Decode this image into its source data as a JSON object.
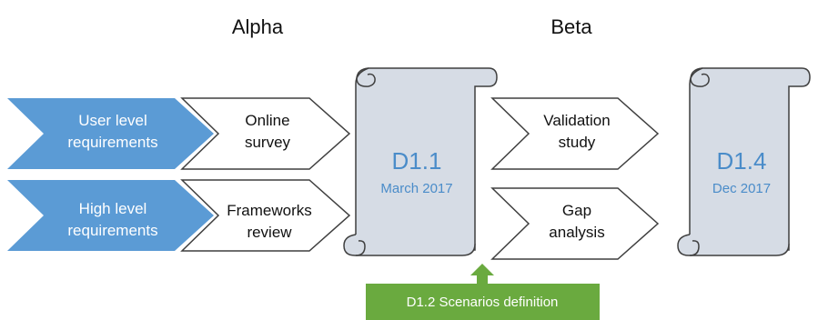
{
  "phases": {
    "alpha": "Alpha",
    "beta": "Beta"
  },
  "inputs": [
    {
      "line1": "User level",
      "line2": "requirements"
    },
    {
      "line1": "High level",
      "line2": "requirements"
    }
  ],
  "alpha_steps": [
    {
      "line1": "Online",
      "line2": "survey"
    },
    {
      "line1": "Frameworks",
      "line2": "review"
    }
  ],
  "beta_steps": [
    {
      "line1": "Validation",
      "line2": "study"
    },
    {
      "line1": "Gap",
      "line2": "analysis"
    }
  ],
  "deliverables": [
    {
      "title": "D1.1",
      "date": "March 2017"
    },
    {
      "title": "D1.4",
      "date": "Dec 2017"
    }
  ],
  "scenarios": {
    "label": "D1.2 Scenarios definition",
    "color": "#6aaa3f"
  },
  "colors": {
    "input_fill": "#5b9bd5",
    "scroll_fill": "#d6dce5",
    "scroll_stroke": "#3f3f3f",
    "accent_text": "#4a8cc9"
  }
}
